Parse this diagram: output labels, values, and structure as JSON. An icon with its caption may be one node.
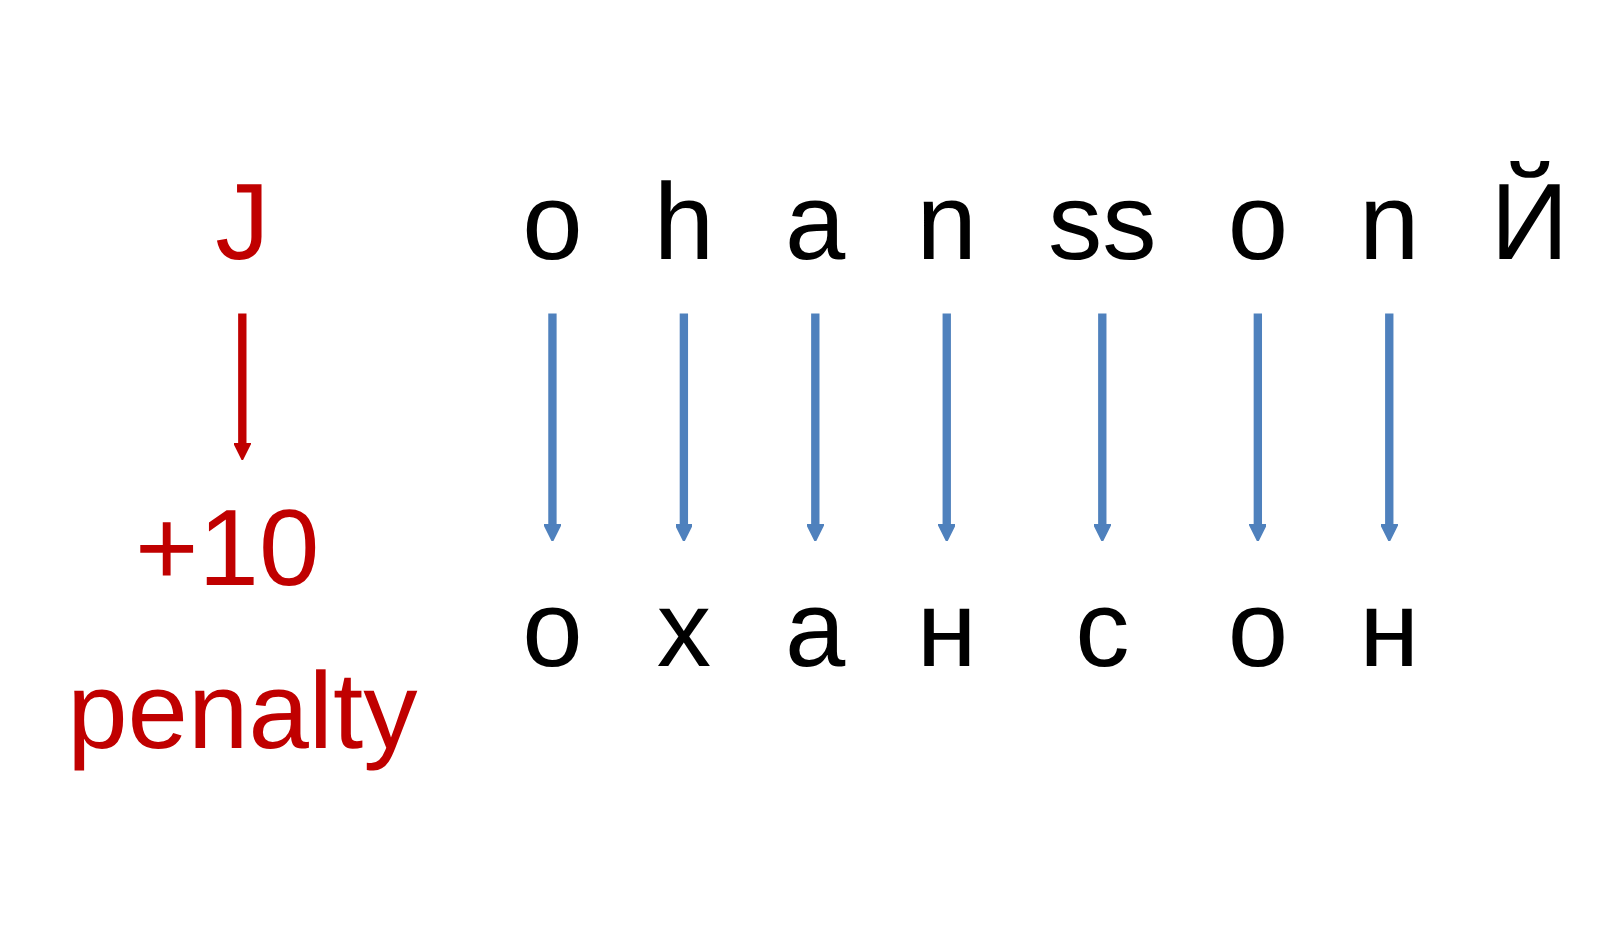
{
  "diagram": {
    "nodes": [
      {
        "text": [
          "+10"
        ],
        "beside": [
          "penalty"
        ]
      },
      {
        "text": [
          "J"
        ]
      },
      {
        "text": [
          "o"
        ]
      },
      {
        "text": [
          "h"
        ]
      },
      {
        "text": [
          "a"
        ]
      },
      {
        "text": [
          "n"
        ]
      },
      {
        "text": [
          "ss"
        ]
      },
      {
        "text": [
          "o"
        ]
      },
      {
        "text": [
          "n"
        ]
      },
      {
        "text": [
          "Й"
        ]
      },
      {
        "text": [
          "о"
        ]
      },
      {
        "text": [
          "х"
        ]
      },
      {
        "text": [
          "а"
        ]
      },
      {
        "text": [
          "н"
        ]
      },
      {
        "text": [
          "с"
        ]
      },
      {
        "text": [
          "о"
        ]
      },
      {
        "text": [
          "н"
        ]
      }
    ],
    "edges": [
      {
        "from": 1,
        "to": 0,
        "arrow": "to",
        "color": "#c00000"
      },
      {
        "from": 2,
        "to": 10,
        "arrow": "to"
      },
      {
        "from": 3,
        "to": 11,
        "arrow": "to"
      },
      {
        "from": 4,
        "to": 12,
        "arrow": "to"
      },
      {
        "from": 5,
        "to": 13,
        "arrow": "to"
      },
      {
        "from": 6,
        "to": 14,
        "arrow": "to"
      },
      {
        "from": 7,
        "to": 15,
        "arrow": "to"
      },
      {
        "from": 8,
        "to": 16,
        "arrow": "to"
      }
    ]
  }
}
